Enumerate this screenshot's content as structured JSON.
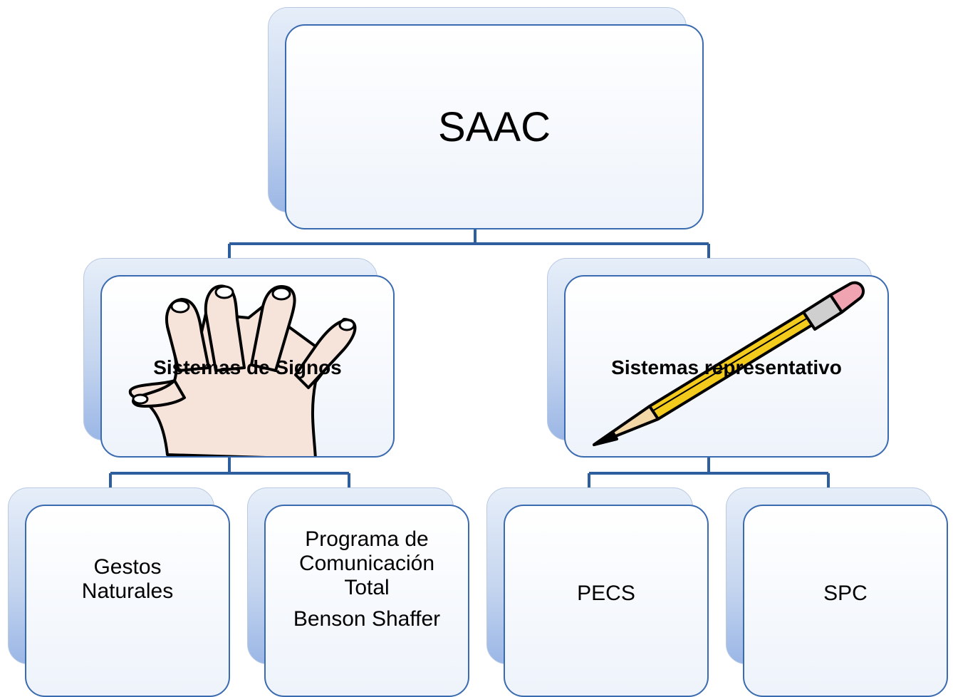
{
  "root": {
    "label": "SAAC"
  },
  "branches": [
    {
      "label": "Sistemas de Signos",
      "icon": "hand-icon",
      "children": [
        {
          "lines": [
            "Gestos",
            "Naturales"
          ],
          "sub": ""
        },
        {
          "lines": [
            "Programa de",
            "Comunicación",
            "Total"
          ],
          "sub": "Benson Shaffer"
        }
      ]
    },
    {
      "label": "Sistemas representativo",
      "icon": "pencil-icon",
      "children": [
        {
          "lines": [
            "PECS"
          ],
          "sub": ""
        },
        {
          "lines": [
            "SPC"
          ],
          "sub": ""
        }
      ]
    }
  ],
  "colors": {
    "border": "#3a6ab0",
    "connector": "#2f5e9e",
    "back_gradient_bottom": "#9bb7e6"
  }
}
